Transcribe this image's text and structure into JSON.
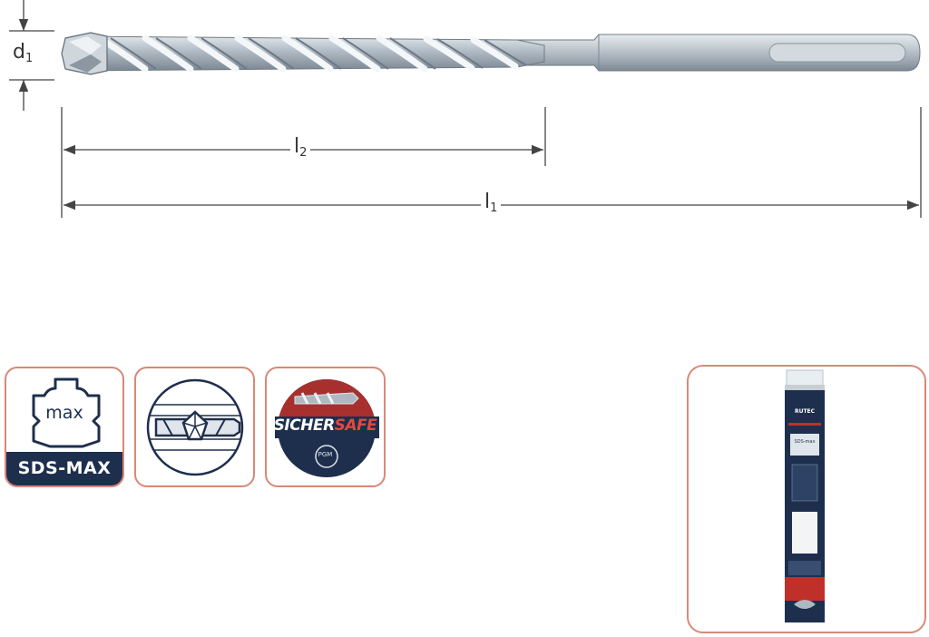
{
  "dimensions": {
    "diameter": {
      "base": "d",
      "sub": "1"
    },
    "flute_length": {
      "base": "l",
      "sub": "2"
    },
    "total_length": {
      "base": "l",
      "sub": "1"
    }
  },
  "badges": {
    "sds": {
      "icon_text": "max",
      "label": "SDS-MAX"
    },
    "sichersafe": {
      "label_left": "SICHER",
      "label_right": "SAFE",
      "mark": "PGM"
    }
  },
  "package": {
    "brand": "RUTEC",
    "product_line": "SDS-max"
  },
  "colors": {
    "badge_border": "#d98877",
    "sds_navy": "#1e2f4d",
    "safe_red": "#c0302a",
    "steel": "#b9c3cc"
  }
}
